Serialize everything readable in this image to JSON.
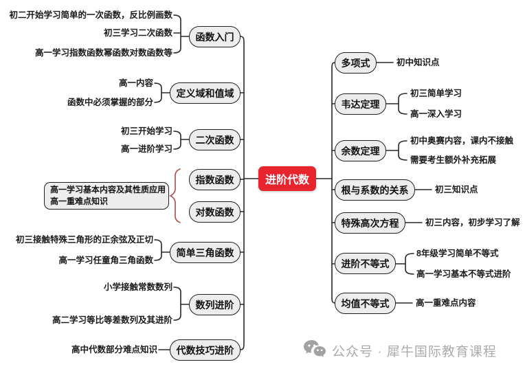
{
  "center": {
    "label": "进阶代数"
  },
  "left_branches": [
    {
      "node": "函数入门",
      "leaves": [
        "初二开始学习简单的一次函数，反比例画数",
        "初三学习二次函数",
        "高一学习指数函数幂函数对数函数等"
      ]
    },
    {
      "node": "定义域和值域",
      "leaves": [
        "高一内容",
        "函数中必须掌握的部分"
      ]
    },
    {
      "node": "二次函数",
      "leaves": [
        "初三开始学习",
        "高一进阶学习"
      ]
    },
    {
      "node": "指数函数",
      "leaves": []
    },
    {
      "node": "对数函数",
      "leaves": []
    },
    {
      "node": "简单三角函数",
      "leaves": [
        "初三接触特殊三角形的正余弦及正切",
        "高一学习任童角三角函数"
      ]
    },
    {
      "node": "数列进阶",
      "leaves": [
        "小学接触常数数列",
        "高二学习等比等差数列及其进阶"
      ]
    },
    {
      "node": "代数技巧进阶",
      "leaves": [
        "高中代数部分难点知识"
      ]
    }
  ],
  "note": {
    "line1": "高一学习基本内容及其性质应用",
    "line2": "高一重难点知识"
  },
  "right_branches": [
    {
      "node": "多项式",
      "leaves": [
        "初中知识点"
      ]
    },
    {
      "node": "韦达定理",
      "leaves": [
        "初三简单学习",
        "高一深入学习"
      ]
    },
    {
      "node": "余数定理",
      "leaves": [
        "初中奥赛内容，课内不接触",
        "需要考生额外补充拓展"
      ]
    },
    {
      "node": "根与系数的关系",
      "leaves": [
        "初三知识点"
      ]
    },
    {
      "node": "特殊高次方程",
      "leaves": [
        "初三内容，初步学习了解"
      ]
    },
    {
      "node": "进阶不等式",
      "leaves": [
        "8年级学习简单不等式",
        "高一学习基本不等式进阶"
      ]
    },
    {
      "node": "均值不等式",
      "leaves": [
        "高一重难点内容"
      ]
    }
  ],
  "watermark": {
    "label": "公众号 · 犀牛国际教育课程",
    "icon": "wechat-icon"
  },
  "colors": {
    "center_bg": "#e8252e",
    "center_text": "#ffffff",
    "node_bg": "#ededed",
    "node_border": "#1f1f1f",
    "line": "#262626",
    "brace": "#b05553",
    "watermark": "#ababab"
  }
}
